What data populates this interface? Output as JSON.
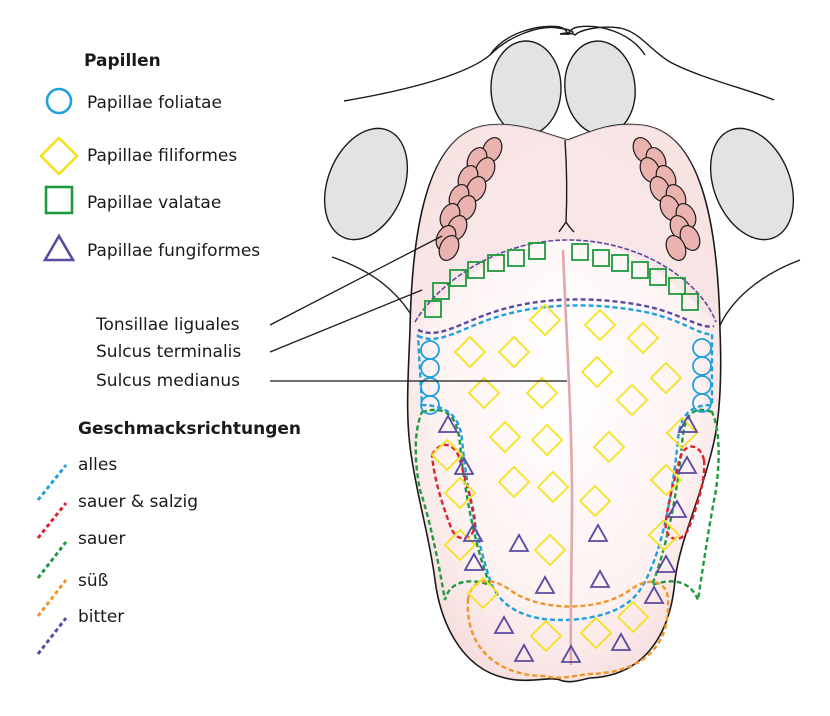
{
  "legend_papillen": {
    "title": "Papillen",
    "items": [
      {
        "shape": "circle",
        "label": "Papillae foliatae",
        "color": "#1fa0dc"
      },
      {
        "shape": "diamond",
        "label": "Papillae filiformes",
        "color": "#f5e11f"
      },
      {
        "shape": "square",
        "label": "Papillae valatae",
        "color": "#1f9a3e"
      },
      {
        "shape": "triangle",
        "label": "Papillae fungiformes",
        "color": "#5b4aa0"
      }
    ]
  },
  "legend_geschmack": {
    "title": "Geschmacksrichtungen",
    "items": [
      {
        "label": "alles",
        "color": "#1fa0dc"
      },
      {
        "label": "sauer & salzig",
        "color": "#e0202a"
      },
      {
        "label": "sauer",
        "color": "#1f9a3e"
      },
      {
        "label": "süß",
        "color": "#f0952a"
      },
      {
        "label": "bitter",
        "color": "#5b4aa0"
      }
    ]
  },
  "annotations": [
    {
      "label": "Tonsillae liguales"
    },
    {
      "label": "Sulcus terminalis"
    },
    {
      "label": "Sulcus medianus"
    }
  ],
  "colors": {
    "tongue_fill": "#fbecec",
    "tonsil_fill": "#eab3b0",
    "epiglottis_fill": "#e2e4e4",
    "median_line": "#e0a8aa"
  }
}
